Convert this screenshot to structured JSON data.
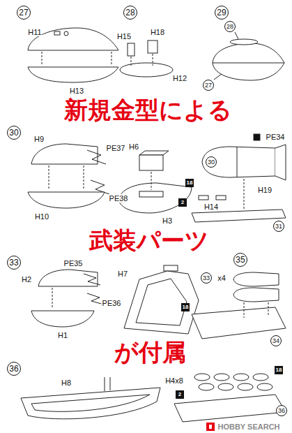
{
  "diagram": {
    "nodes": [
      {
        "text": [
          "27"
        ]
      },
      {
        "text": [
          "28"
        ]
      },
      {
        "text": [
          "29"
        ]
      },
      {
        "text": [
          "28"
        ]
      },
      {
        "text": [
          "27"
        ]
      },
      {
        "text": [
          "30"
        ]
      },
      {
        "text": [
          "18"
        ]
      },
      {
        "text": [
          "30"
        ]
      },
      {
        "text": [
          "2"
        ]
      },
      {
        "text": [
          "31"
        ]
      },
      {
        "text": [
          "33"
        ]
      },
      {
        "text": [
          "35"
        ]
      },
      {
        "text": [
          "18"
        ]
      },
      {
        "text": [
          "33"
        ]
      },
      {
        "text": [
          "34"
        ]
      },
      {
        "text": [
          "36"
        ]
      },
      {
        "text": [
          "18"
        ]
      },
      {
        "text": [
          "2"
        ]
      },
      {
        "text": [
          "36"
        ]
      }
    ],
    "labels": [
      "H11",
      "H13",
      "H15",
      "H18",
      "H12",
      "新規金型による",
      "H9",
      "PE37",
      "PE38",
      "H10",
      "H6",
      "H3",
      "PE34",
      "H19",
      "H14",
      "武装パーツ",
      "H2",
      "PE35",
      "PE36",
      "H1",
      "H7",
      "x4",
      "が付属",
      "H8",
      "H4x8",
      "HOBBY SEARCH"
    ]
  }
}
